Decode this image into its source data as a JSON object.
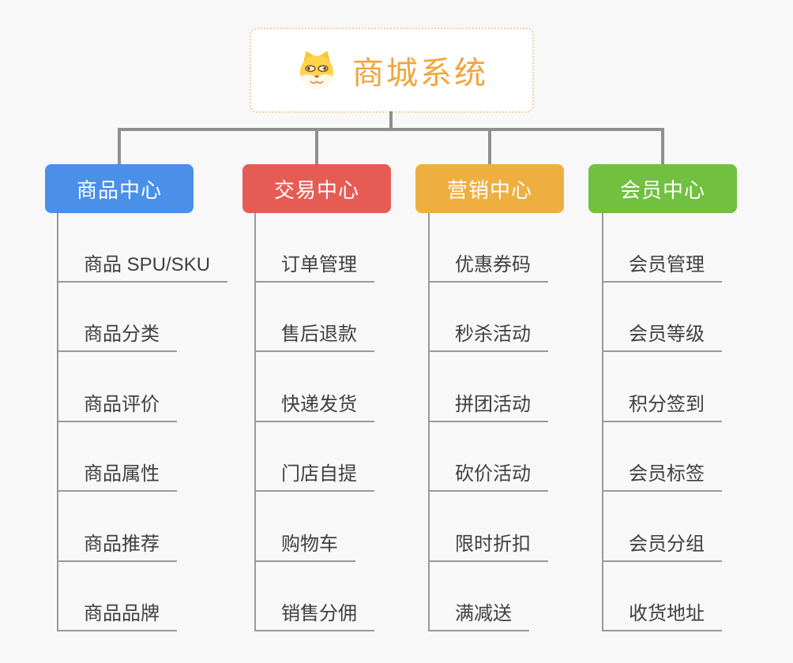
{
  "root": {
    "title": "商城系统",
    "icon": "doge-icon"
  },
  "branches": [
    {
      "label": "商品中心",
      "color": "#4a90e8",
      "items": [
        "商品 SPU/SKU",
        "商品分类",
        "商品评价",
        "商品属性",
        "商品推荐",
        "商品品牌"
      ]
    },
    {
      "label": "交易中心",
      "color": "#e65c55",
      "items": [
        "订单管理",
        "售后退款",
        "快递发货",
        "门店自提",
        "购物车",
        "销售分佣"
      ]
    },
    {
      "label": "营销中心",
      "color": "#eeaf40",
      "items": [
        "优惠券码",
        "秒杀活动",
        "拼团活动",
        "砍价活动",
        "限时折扣",
        "满减送"
      ]
    },
    {
      "label": "会员中心",
      "color": "#71c040",
      "items": [
        "会员管理",
        "会员等级",
        "积分签到",
        "会员标签",
        "会员分组",
        "收货地址"
      ]
    }
  ],
  "colors": {
    "background": "#f8f8f8",
    "connector_line": "#8f8f8f",
    "underline": "#999999",
    "root_border": "#f3cf96",
    "root_text": "#f0a53c",
    "item_text": "#3f3f3f",
    "branch_text": "#ffffff"
  }
}
